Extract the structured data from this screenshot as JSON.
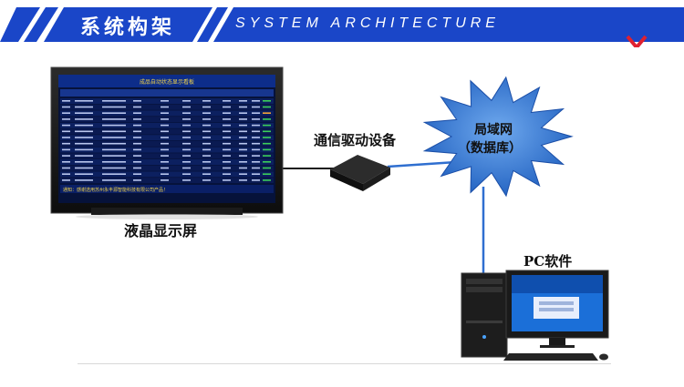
{
  "header": {
    "title_cn": "系统构架",
    "title_en": "SYSTEM ARCHITECTURE",
    "accent_color": "#1a46c8",
    "chevron_color": "#e02030",
    "chevron_icon": "chevron-down-icon"
  },
  "nodes": {
    "lcd_label": "液晶显示屏",
    "device_label": "通信驱动设备",
    "lan_line1": "局域网",
    "lan_line2": "（数据库）",
    "pc_label": "PC软件"
  },
  "lcd_screen": {
    "title": "成品自动状态显示看板",
    "notice": "通知：感谢选用苏州永丰源智能科技有限公司产品！"
  }
}
